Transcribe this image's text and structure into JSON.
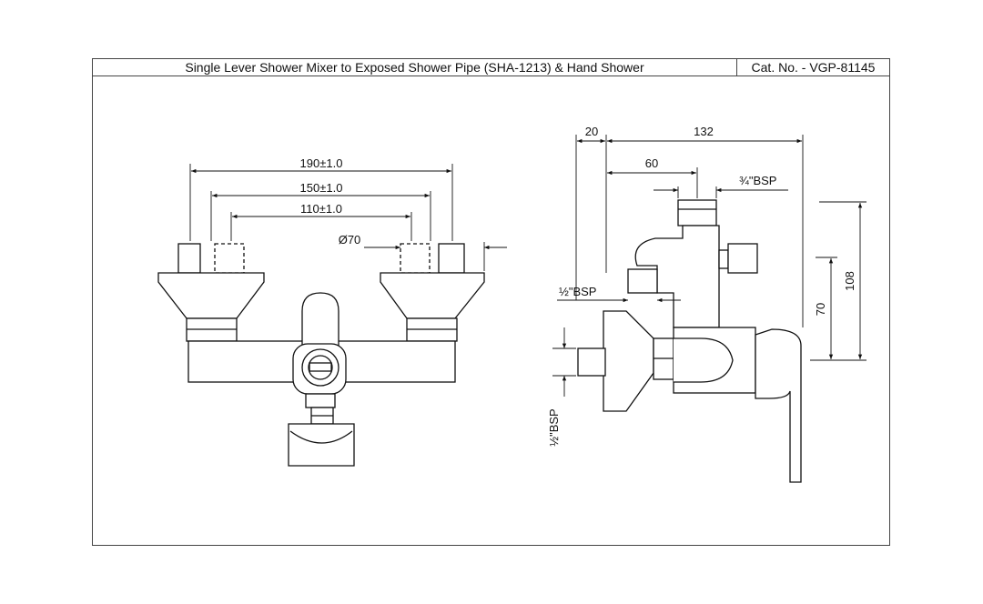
{
  "header": {
    "title": "Single Lever Shower Mixer to Exposed Shower Pipe (SHA-1213) & Hand Shower",
    "catalog_number": "Cat. No. - VGP-81145"
  },
  "front_view": {
    "dim_190": "190±1.0",
    "dim_150": "150±1.0",
    "dim_110": "110±1.0",
    "dim_diameter": "Ø70"
  },
  "side_view": {
    "dim_20": "20",
    "dim_132": "132",
    "dim_60": "60",
    "dim_108": "108",
    "dim_70": "70",
    "thread_top": "¾\"BSP",
    "thread_left": "½\"BSP",
    "thread_bottom": "½\"BSP"
  }
}
